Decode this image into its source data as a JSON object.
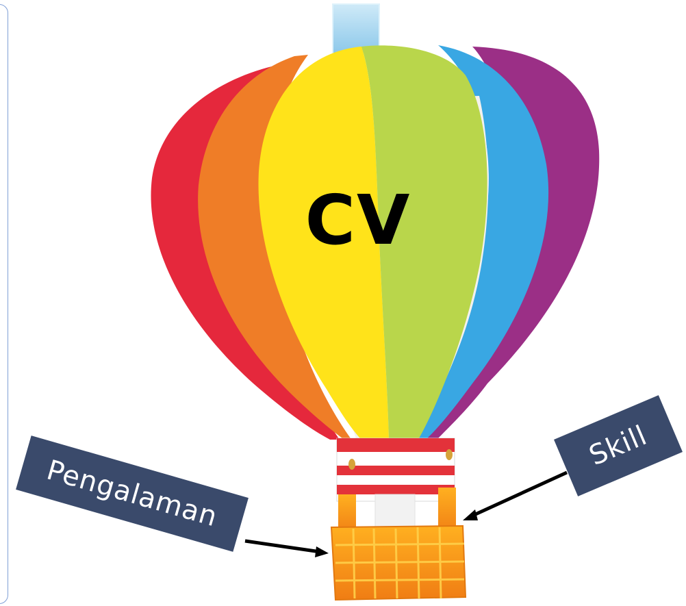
{
  "balloon": {
    "main_label": "CV",
    "gore_colors": [
      "#e5283c",
      "#ef7d27",
      "#ffe31a",
      "#b9d64b",
      "#39a7e3",
      "#9b2f86"
    ],
    "rope_color": "#a8d7f0"
  },
  "callouts": {
    "left_label": "Pengalaman",
    "right_label": "Skill",
    "box_color": "#3a4a6b",
    "arrow_color": "#000000"
  }
}
